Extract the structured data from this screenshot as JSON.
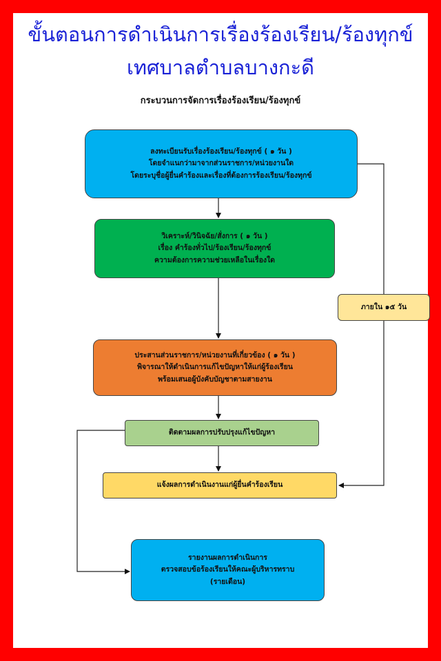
{
  "title": {
    "line1": "ขั้นตอนการดำเนินการเรื่องร้องเรียน/ร้องทุกข์",
    "line2": "เทศบาลตำบลบางกะดี"
  },
  "subtitle": "กระบวนการจัดการเรื่องร้องเรียน/ร้องทุกข์",
  "steps": {
    "register": [
      "ลงทะเบียนรับเรื่องร้องเรียน/ร้องทุกข์ ( ๑ วัน )",
      "โดยจำแนกว่ามาจากส่วนราชการ/หน่วยงานใด",
      "โดยระบุชื่อผู้ยื่นคำร้องและเรื่องที่ต้องการร้องเรียน/ร้องทุกข์"
    ],
    "analyze": [
      "วิเคราะห์/วินิจฉัย/สั่งการ ( ๑ วัน )",
      "เรื่อง คำร้องทั่วไป/ร้องเรียน/ร้องทุกข์",
      "ความต้องการความช่วยเหลือในเรื่องใด"
    ],
    "coordinate": [
      "ประสานส่วนราชการ/หน่วยงานที่เกี่ยวข้อง ( ๑ วัน )",
      "พิจารณาให้ดำเนินการแก้ไขปัญหาให้แก่ผู้ร้องเรียน",
      "พร้อมเสนอผู้บังคับบัญชาตามสายงาน"
    ],
    "followup": "ติดตามผลการปรับปรุงแก้ไขปัญหา",
    "notify": "แจ้งผลการดำเนินงานแก่ผู้ยื่นคำร้องเรียน",
    "report": [
      "รายงานผลการดำเนินการ",
      "ตรวจสอบข้อร้องเรียนให้คณะผู้บริหารทราบ",
      "(รายเดือน)"
    ]
  },
  "side_label": "ภายใน ๑๕ วัน",
  "colors": {
    "frame": "#ff0000",
    "title": "#1a22d6",
    "register": "#00b0f0",
    "analyze": "#00b050",
    "coordinate": "#ed7d31",
    "followup": "#a9d18e",
    "notify": "#ffd966",
    "report": "#00b0f0",
    "side_label": "#ffe699"
  }
}
